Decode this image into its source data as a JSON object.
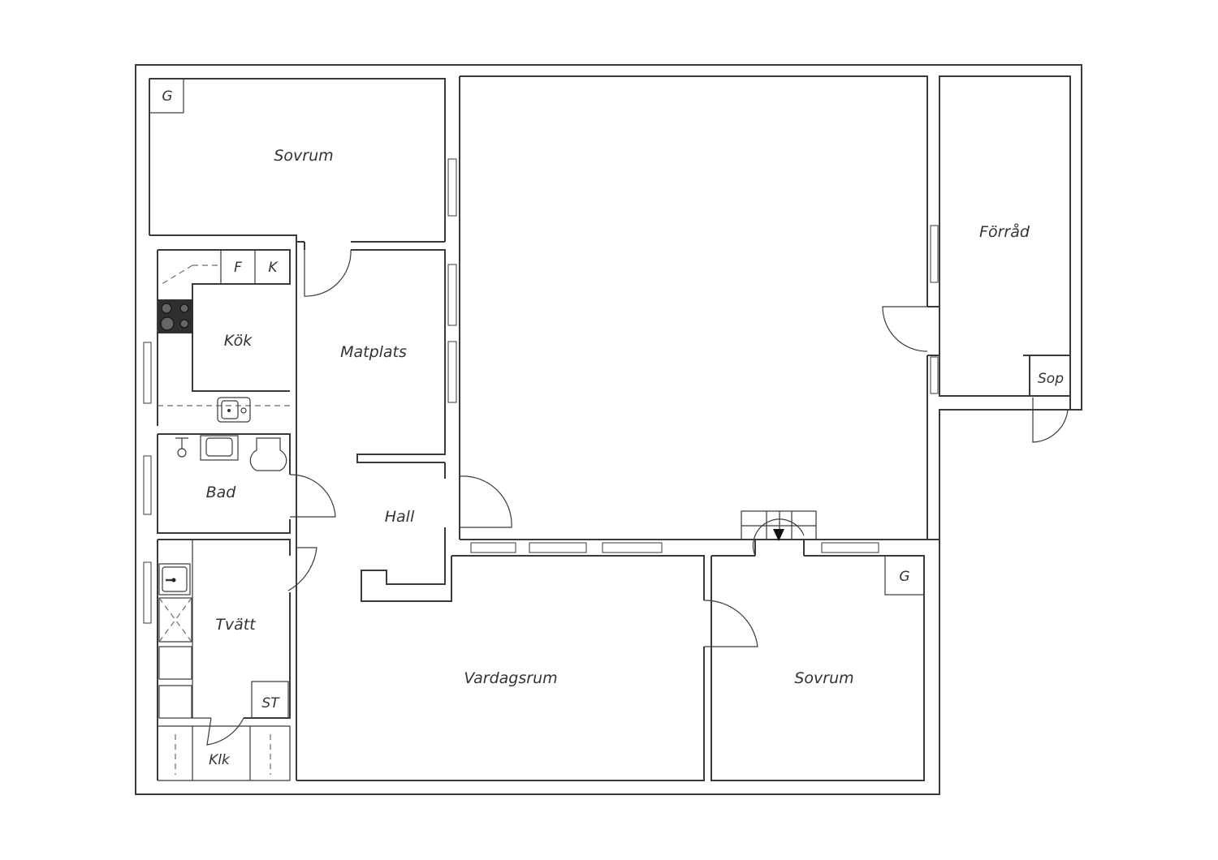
{
  "rooms": {
    "sovrum_top": "Sovrum",
    "kok": "Kök",
    "matplats": "Matplats",
    "forrad": "Förråd",
    "sop": "Sop",
    "bad": "Bad",
    "hall": "Hall",
    "tvatt": "Tvätt",
    "vardagsrum": "Vardagsrum",
    "sovrum_bottom": "Sovrum",
    "klk": "Klk"
  },
  "fixtures": {
    "g_top": "G",
    "g_bottom": "G",
    "fridge": "F",
    "freezer": "K",
    "st": "ST"
  }
}
